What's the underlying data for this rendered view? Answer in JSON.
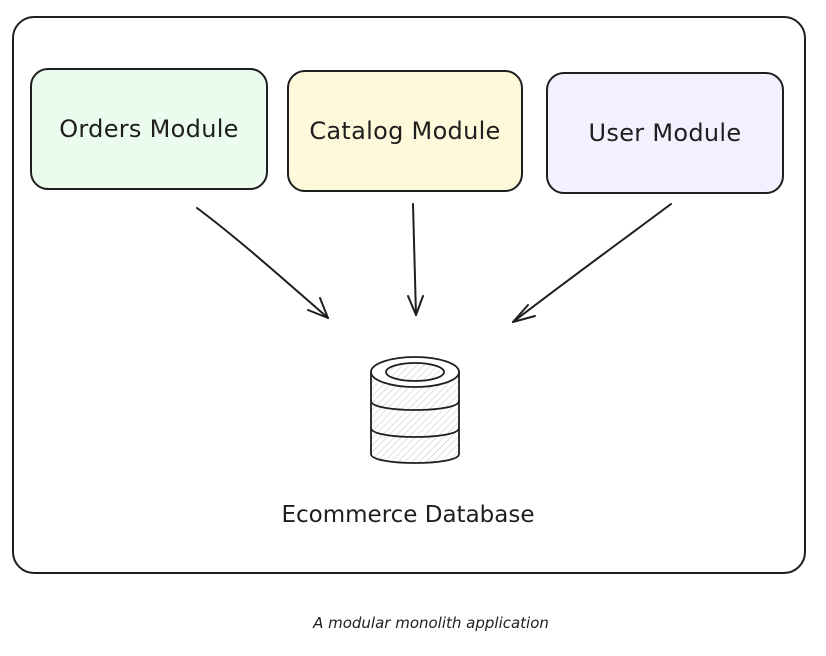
{
  "diagram": {
    "modules": [
      {
        "label": "Orders Module",
        "fill": "#ebfbee"
      },
      {
        "label": "Catalog Module",
        "fill": "#fff9db"
      },
      {
        "label": "User Module",
        "fill": "#f3f0ff"
      }
    ],
    "database": {
      "label": "Ecommerce Database",
      "icon": "database-icon"
    },
    "caption": "A modular monolith application",
    "stroke_color": "#1e1e1e"
  }
}
